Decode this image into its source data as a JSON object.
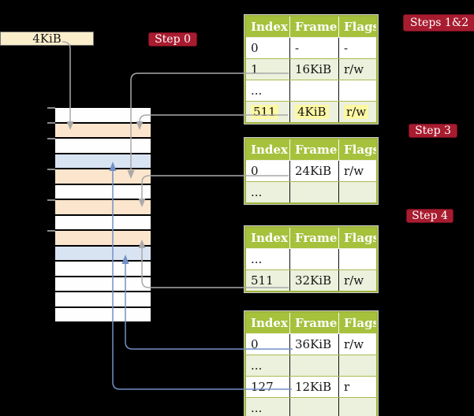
{
  "colors": {
    "background": "#000000",
    "accent_red": "#A81C30",
    "table_header_green": "#A6C13C",
    "table_row_green": "#EBF1DC",
    "highlight_yellow": "#FDF8A3",
    "frame_peach": "#FBE5CD",
    "frame_blue": "#D9E4F3",
    "box_cream": "#FAEECB",
    "connector_gray": "#A9A9A9",
    "connector_blue": "#7290C6"
  },
  "page_size_box": {
    "label": "4KiB"
  },
  "steps": {
    "s0": "Step 0",
    "s12": "Steps 1&2",
    "s3": "Step 3",
    "s4": "Step 4"
  },
  "table_headers": [
    "Index",
    "Frame",
    "Flags"
  ],
  "tables": {
    "t1": {
      "rows": [
        [
          "0",
          "-",
          "-"
        ],
        [
          "1",
          "16KiB",
          "r/w"
        ],
        [
          "...",
          "",
          ""
        ],
        [
          "511",
          "4KiB",
          "r/w"
        ]
      ],
      "highlighted_row_index": 3
    },
    "t2": {
      "rows": [
        [
          "0",
          "24KiB",
          "r/w"
        ],
        [
          "...",
          "",
          ""
        ]
      ]
    },
    "t3": {
      "rows": [
        [
          "...",
          "",
          ""
        ],
        [
          "511",
          "32KiB",
          "r/w"
        ]
      ]
    },
    "t4": {
      "rows": [
        [
          "0",
          "36KiB",
          "r/w"
        ],
        [
          "...",
          "",
          ""
        ],
        [
          "127",
          "12KiB",
          "r"
        ],
        [
          "...",
          "",
          ""
        ]
      ]
    }
  },
  "stack": {
    "rows": [
      "white",
      "peach",
      "white",
      "blue",
      "peach",
      "white",
      "peach",
      "white",
      "peach",
      "blue",
      "white",
      "white",
      "white",
      "white"
    ]
  },
  "connectors": [
    {
      "from": "page-size-box",
      "to": "frame-row-2",
      "color": "gray"
    },
    {
      "from": "table1-row-1",
      "to": "frame-row-5",
      "color": "gray"
    },
    {
      "from": "table1-row-511",
      "to": "frame-row-2",
      "color": "gray"
    },
    {
      "from": "table2-row-0",
      "to": "frame-row-7",
      "color": "gray"
    },
    {
      "from": "table3-row-511",
      "to": "frame-row-9",
      "color": "gray"
    },
    {
      "from": "table4-row-0",
      "to": "frame-row-10",
      "color": "blue"
    },
    {
      "from": "table4-row-127",
      "to": "frame-row-4",
      "color": "blue"
    }
  ]
}
